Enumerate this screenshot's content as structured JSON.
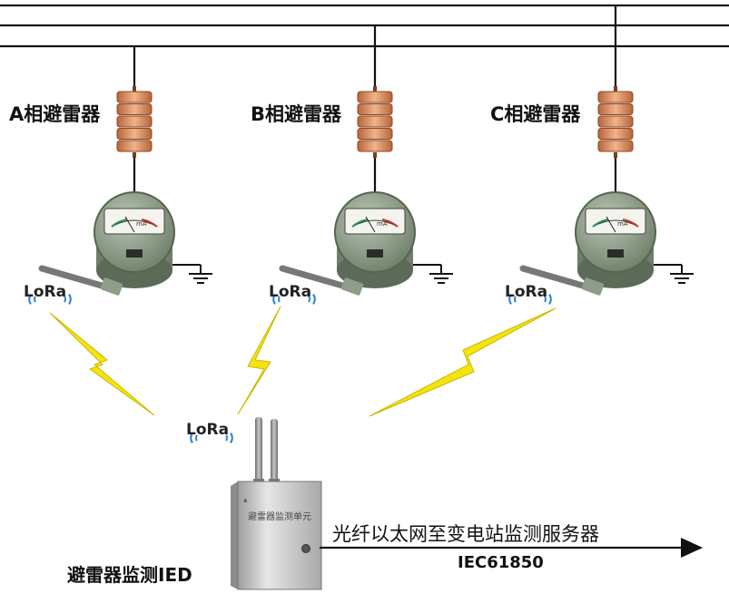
{
  "phases": [
    {
      "label": "A相避雷器",
      "wireless": "LoRa"
    },
    {
      "label": "B相避雷器",
      "wireless": "LoRa"
    },
    {
      "label": "C相避雷器",
      "wireless": "LoRa"
    }
  ],
  "meter": {
    "scale_unit": "mA"
  },
  "ied": {
    "label": "避雷器监测IED",
    "wireless": "LoRa",
    "panel_text": "避雷器监测单元"
  },
  "uplink": {
    "text": "光纤以太网至变电站监测服务器",
    "protocol": "IEC61850"
  },
  "colors": {
    "arrester_body": "#d98a5a",
    "arrester_light": "#f2c09a",
    "lightning": "#f5e30f",
    "lightning_stroke": "#b8a800",
    "meter_body": "#8fa08a",
    "meter_dark": "#5c6b58",
    "cabinet": "#c9c9c9",
    "lora_wave": "#2a7fd4"
  }
}
